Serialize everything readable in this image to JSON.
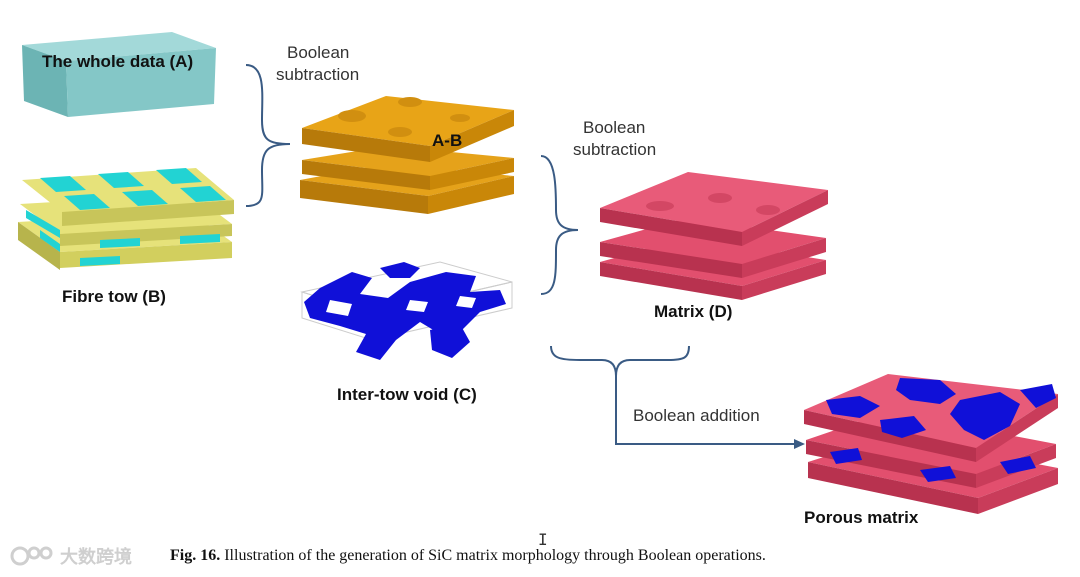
{
  "labels": {
    "whole_data": "The whole data (A)",
    "fibre_tow": "Fibre tow (B)",
    "a_minus_b": "A-B",
    "inter_tow_void": "Inter-tow void (C)",
    "matrix": "Matrix (D)",
    "porous_matrix": "Porous matrix"
  },
  "operations": {
    "sub1_line1": "Boolean",
    "sub1_line2": "subtraction",
    "sub2_line1": "Boolean",
    "sub2_line2": "subtraction",
    "addition": "Boolean addition"
  },
  "caption": {
    "number": "Fig. 16.",
    "text": "Illustration of the generation of SiC matrix morphology through Boolean operations."
  },
  "watermark": {
    "text": "大数跨境"
  },
  "colors": {
    "block_teal": "#7fc4c4",
    "fibre_yellow": "#e6e27a",
    "fibre_cyan": "#22d3d3",
    "ab_orange": "#e09a10",
    "matrix_pink": "#e0506e",
    "void_blue": "#1010d8",
    "bracket": "#3a5b84"
  }
}
